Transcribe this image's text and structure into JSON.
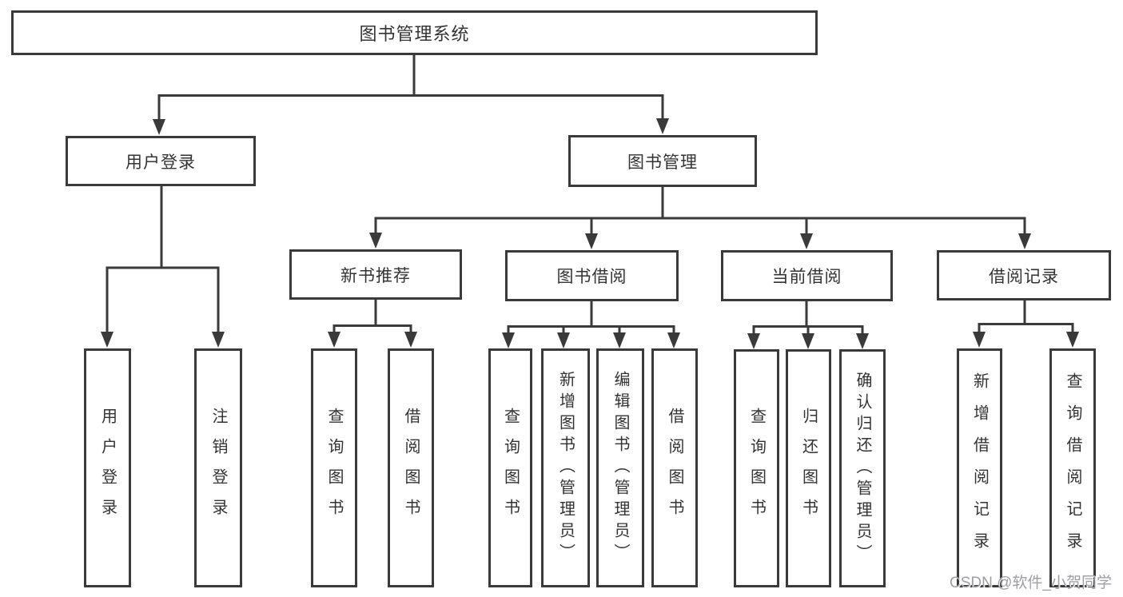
{
  "diagram_title": "图书管理系统",
  "tree": {
    "label": "图书管理系统",
    "children": [
      {
        "label": "用户登录",
        "children": [
          {
            "label": "用户登录"
          },
          {
            "label": "注销登录"
          }
        ]
      },
      {
        "label": "图书管理",
        "children": [
          {
            "label": "新书推荐",
            "children": [
              {
                "label": "查询图书"
              },
              {
                "label": "借阅图书"
              }
            ]
          },
          {
            "label": "图书借阅",
            "children": [
              {
                "label": "查询图书"
              },
              {
                "label": "新增图书（管理员）"
              },
              {
                "label": "编辑图书（管理员）"
              },
              {
                "label": "借阅图书"
              }
            ]
          },
          {
            "label": "当前借阅",
            "children": [
              {
                "label": "查询图书"
              },
              {
                "label": "归还图书"
              },
              {
                "label": "确认归还（管理员）"
              }
            ]
          },
          {
            "label": "借阅记录",
            "children": [
              {
                "label": "新增借阅记录"
              },
              {
                "label": "查询借阅记录"
              }
            ]
          }
        ]
      }
    ]
  },
  "watermark": {
    "text": "CSDN @软件_小贺同学"
  },
  "colors": {
    "background": "#ffffff",
    "box_border": "#3a3a3a",
    "line": "#3a3a3a",
    "text": "#333333",
    "watermark": "#9e9ea2"
  }
}
